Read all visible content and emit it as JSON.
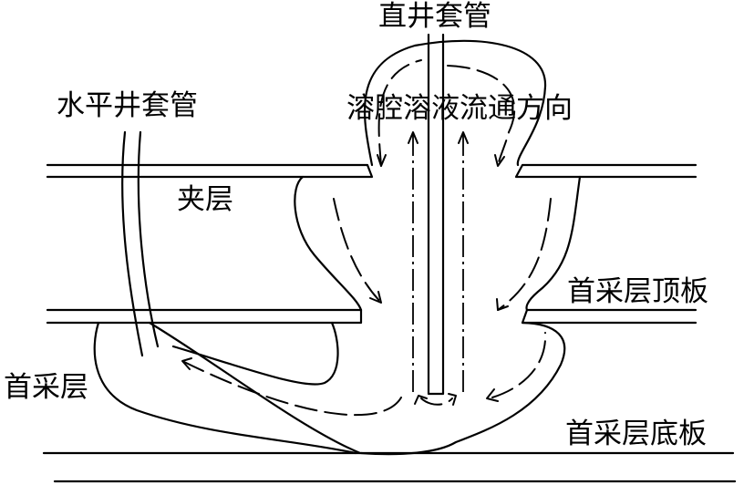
{
  "labels": {
    "vertical_casing": "直井套管",
    "horizontal_casing": "水平井套管",
    "flow_direction": "溶腔溶液流通方向",
    "interlayer": "夹层",
    "first_layer_roof": "首采层顶板",
    "first_layer": "首采层",
    "first_layer_floor": "首采层底板"
  }
}
